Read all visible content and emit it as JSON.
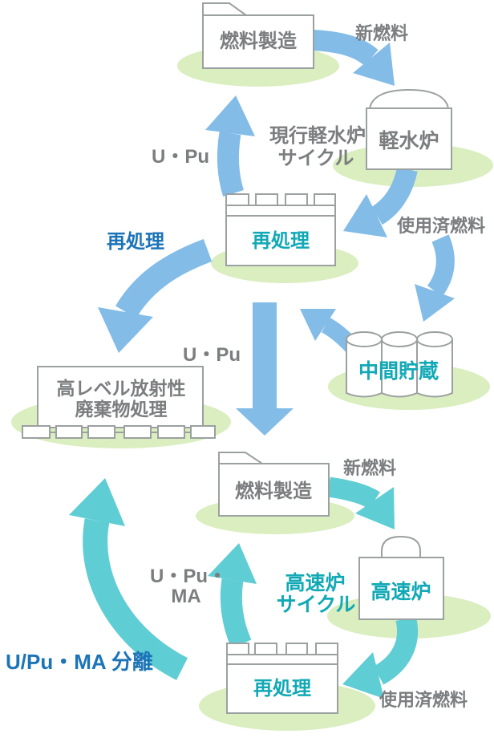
{
  "colors": {
    "arrow_blue": "#82bce7",
    "arrow_teal": "#5fcdd4",
    "ellipse_green": "#daeec0",
    "text_gray": "#7b7d7f",
    "text_teal": "#12a9b6",
    "text_blue": "#1c74b8",
    "box_border": "#9ba0a0",
    "box_fill": "#ffffff"
  },
  "lwr_cycle": {
    "title_line1": "現行軽水炉",
    "title_line2": "サイクル",
    "fuel_fabrication": "燃料製造",
    "reactor": "軽水炉",
    "reprocessing": "再処理",
    "interim_storage": "中間貯蔵",
    "hlw_line1": "高レベル放射性",
    "hlw_line2": "廃棄物処理",
    "flow_new_fuel": "新燃料",
    "flow_spent_fuel": "使用済燃料",
    "flow_u_pu": "U・Pu",
    "flow_reprocessing": "再処理",
    "flow_u_pu_down": "U・Pu"
  },
  "fr_cycle": {
    "title_line1": "高速炉",
    "title_line2": "サイクル",
    "fuel_fabrication": "燃料製造",
    "reactor": "高速炉",
    "reprocessing": "再処理",
    "flow_new_fuel": "新燃料",
    "flow_spent_fuel": "使用済燃料",
    "flow_u_pu_ma_line1": "U・Pu・",
    "flow_u_pu_ma_line2": "MA",
    "flow_separation": "U/Pu・MA 分離"
  }
}
